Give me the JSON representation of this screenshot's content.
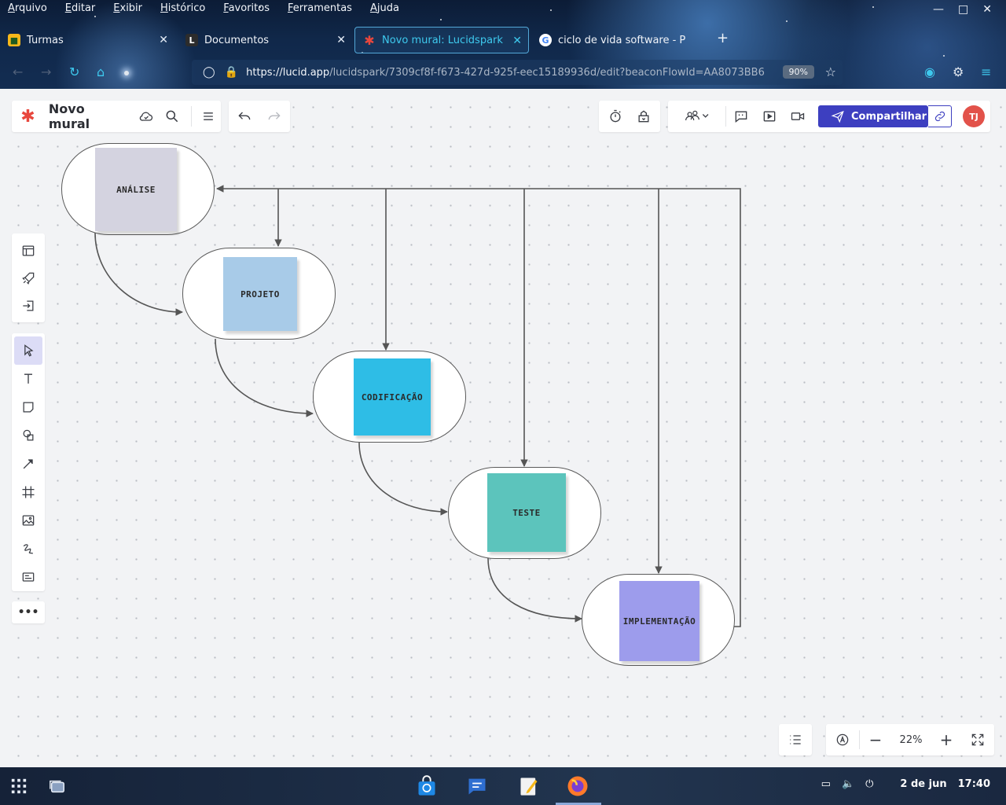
{
  "browser": {
    "menu": [
      "Arquivo",
      "Editar",
      "Exibir",
      "Histórico",
      "Favoritos",
      "Ferramentas",
      "Ajuda"
    ],
    "tabs": [
      {
        "label": "Turmas"
      },
      {
        "label": "Documentos"
      },
      {
        "label": "Novo mural: Lucidspark"
      },
      {
        "label": "ciclo de vida software - P"
      }
    ],
    "url_host": "https://lucid.app",
    "url_path": "/lucidspark/7309cf8f-f673-427d-925f-eec15189936d/edit?beaconFlowId=AA8073BB6",
    "zoom": "90%"
  },
  "app": {
    "doc_title": "Novo mural",
    "share_label": "Compartilhar",
    "avatar_initials": "TJ",
    "zoom_level": "22%"
  },
  "diagram": {
    "steps": [
      {
        "label": "ANÁLISE",
        "color": "#d4d3e0"
      },
      {
        "label": "PROJETO",
        "color": "#a8cbe8"
      },
      {
        "label": "CODIFICAÇÃO",
        "color": "#2ebde6"
      },
      {
        "label": "TESTE",
        "color": "#5cc4bc"
      },
      {
        "label": "IMPLEMENTAÇÃO",
        "color": "#9d9cec"
      }
    ]
  },
  "taskbar": {
    "date": "2 de jun",
    "time": "17:40"
  }
}
